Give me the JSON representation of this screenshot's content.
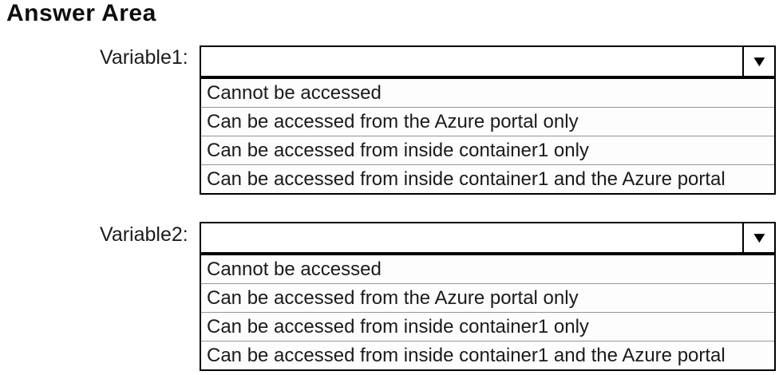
{
  "page": {
    "title": "Answer Area"
  },
  "ui": {
    "dropdown_arrow": "▼",
    "colors": {
      "border": "#000000",
      "divider": "#969696",
      "text": "#1b1b1b",
      "background": "#ffffff"
    }
  },
  "questions": [
    {
      "label": "Variable1:",
      "selected_value": "",
      "options": [
        "Cannot be accessed",
        "Can be accessed from the Azure portal only",
        "Can be accessed from inside container1 only",
        "Can be accessed from inside container1 and the Azure portal"
      ]
    },
    {
      "label": "Variable2:",
      "selected_value": "",
      "options": [
        "Cannot be accessed",
        "Can be accessed from the Azure portal only",
        "Can be accessed from inside container1 only",
        "Can be accessed from inside container1 and the Azure portal"
      ]
    }
  ]
}
